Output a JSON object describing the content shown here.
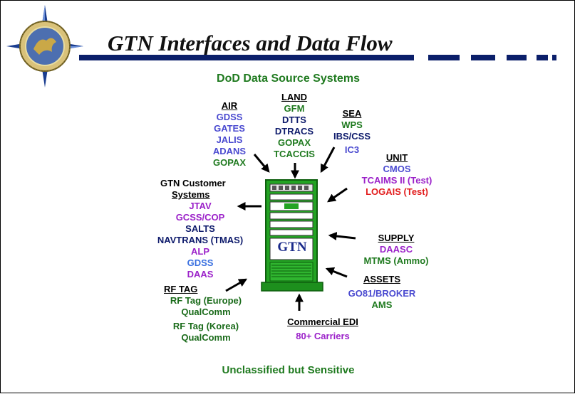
{
  "title": "GTN Interfaces and Data Flow",
  "subtitle": "DoD Data Source Systems",
  "footer": "Unclassified but Sensitive",
  "center_label": "GTN",
  "groups": {
    "air": {
      "header": "AIR",
      "items": [
        "GDSS",
        "GATES",
        "JALIS",
        "ADANS",
        "GOPAX"
      ]
    },
    "land": {
      "header": "LAND",
      "items": [
        "GFM",
        "DTTS",
        "DTRACS",
        "GOPAX",
        "TCACCIS"
      ]
    },
    "sea": {
      "header": "SEA",
      "items": [
        "WPS",
        "IBS/CSS",
        "IC3"
      ]
    },
    "unit": {
      "header": "UNIT",
      "items": [
        "CMOS",
        "TCAIMS II (Test)",
        "LOGAIS (Test)"
      ]
    },
    "customer": {
      "header_line1": "GTN Customer",
      "header_line2": "Systems",
      "items": [
        "JTAV",
        "GCSS/COP",
        "SALTS",
        "NAVTRANS (TMAS)",
        "ALP",
        "GDSS",
        "DAAS"
      ]
    },
    "supply": {
      "header": "SUPPLY",
      "items": [
        "DAASC",
        "MTMS (Ammo)"
      ]
    },
    "assets": {
      "header": "ASSETS",
      "items": [
        "GO81/BROKER",
        "AMS"
      ]
    },
    "rftag": {
      "header": "RF TAG",
      "items": [
        "RF Tag (Europe)",
        "QualComm",
        "RF Tag (Korea)",
        "QualComm"
      ]
    },
    "edi": {
      "header": "Commercial EDI",
      "items": [
        "80+ Carriers"
      ]
    }
  },
  "colors": {
    "title_bar": "#0b1f6a",
    "green": "#1f7a1f",
    "blue": "#4a4ad0",
    "navy": "#0d1a6b",
    "purple": "#9b21c9",
    "red": "#e21d1d",
    "server_green": "#23a323"
  },
  "icons": [
    "compass-star-seal-icon",
    "server-rack-icon",
    "arrow-icons"
  ]
}
